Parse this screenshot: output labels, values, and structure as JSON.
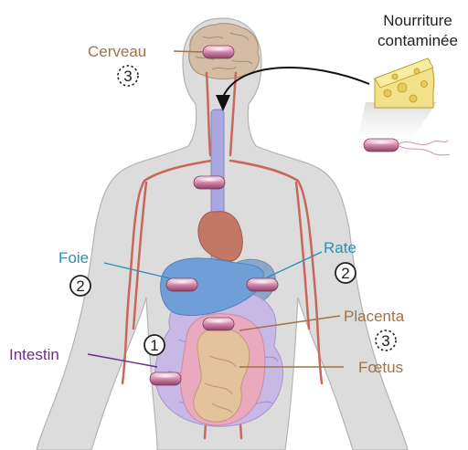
{
  "labels": {
    "contaminated_food": [
      "Nourriture",
      "contaminée"
    ],
    "brain": "Cerveau",
    "liver": "Foie",
    "spleen": "Rate",
    "intestine": "Intestin",
    "placenta": "Placenta",
    "fetus": "Fœtus"
  },
  "stages": {
    "brain": "3",
    "liver": "2",
    "spleen": "2",
    "intestine": "1",
    "placenta": "3"
  },
  "colors": {
    "body": "#dcdcdc",
    "body_outline": "#b3b3b3",
    "artery": "#c8685a",
    "brain": "#d4bca5",
    "liver": "#6f9fd6",
    "spleen": "#89a8c9",
    "heart": "#c37866",
    "esophagus": "#aaa6e0",
    "intestine": "#c7b8e6",
    "uterus": "#e9aabf",
    "fetus": "#e3c29c",
    "cheese": "#f3e18a",
    "bacterium": "#d89ab9",
    "label_brown": "#a07245",
    "label_blue": "#2f8fb3",
    "label_purple": "#6b2c8c"
  },
  "icons": [
    "bacterium-icon",
    "cheese-icon",
    "stage-badge-icon"
  ]
}
